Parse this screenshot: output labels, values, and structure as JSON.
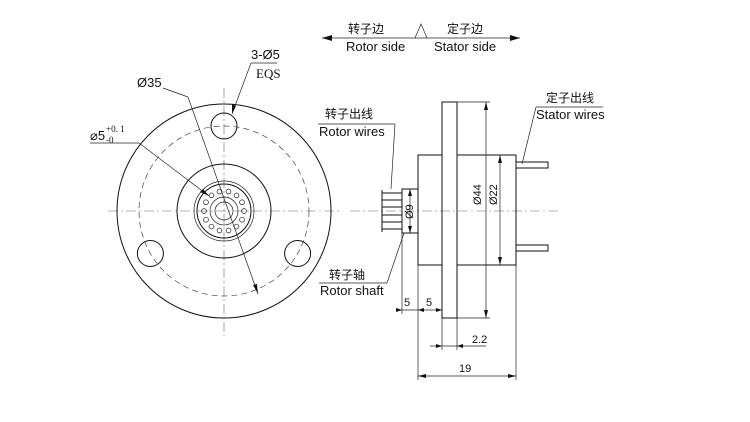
{
  "labels": {
    "rotor_side_zh": "转子边",
    "rotor_side_en": "Rotor side",
    "stator_side_zh": "定子边",
    "stator_side_en": "Stator side",
    "rotor_wires_zh": "转子出线",
    "rotor_wires_en": "Rotor wires",
    "stator_wires_zh": "定子出线",
    "stator_wires_en": "Stator wires",
    "rotor_shaft_zh": "转子轴",
    "rotor_shaft_en": "Rotor shaft"
  },
  "dimensions": {
    "bolt_circle": "Ø35",
    "holes": "3-Ø5",
    "holes_note": "EQS",
    "bore_symbol": "⌀5",
    "bore_tol_upper": "+0. 1",
    "bore_tol_lower": "-0",
    "shaft_dia": "Ø9",
    "flange_dia": "Ø44",
    "body_dia": "Ø22",
    "shaft_len": "5",
    "flange_offset": "5",
    "flange_thick": "2.2",
    "total_len": "19"
  }
}
